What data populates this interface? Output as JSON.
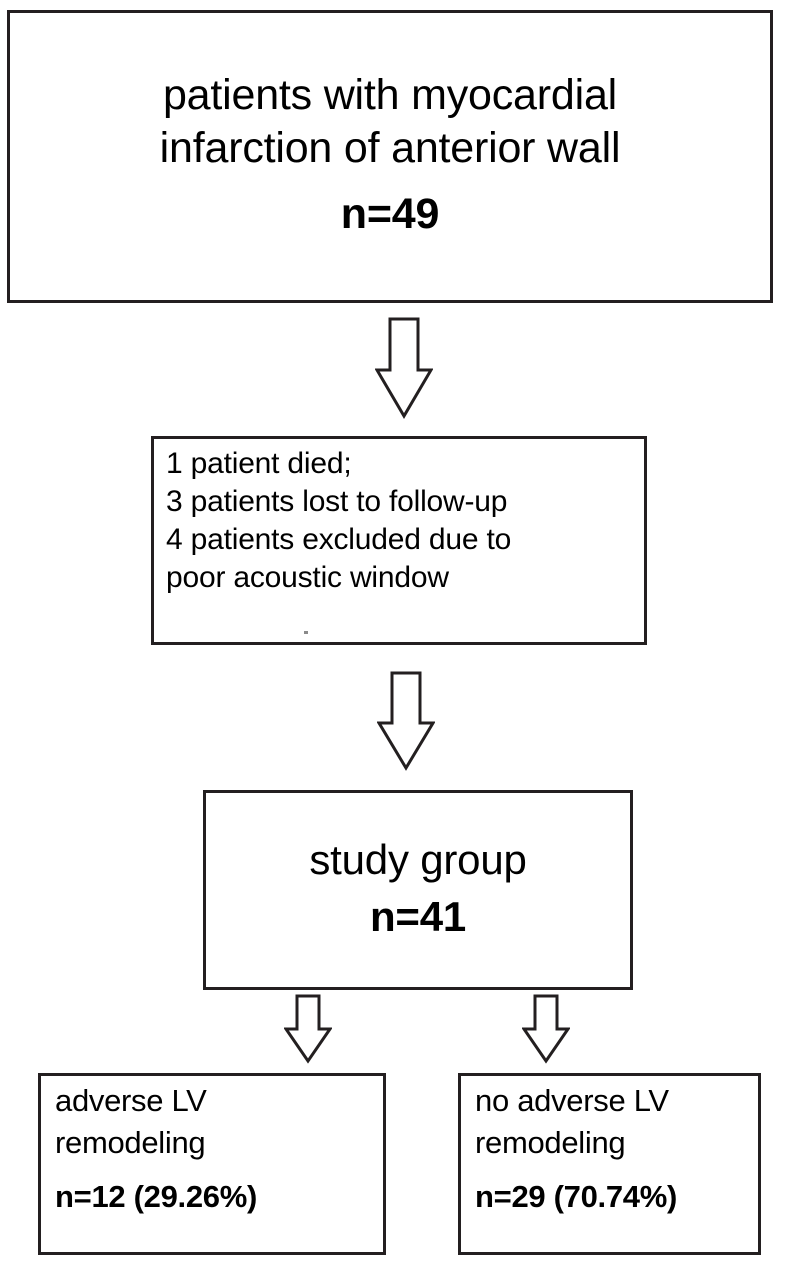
{
  "diagram": {
    "title": "Patient enrollment flow diagram",
    "type": "flowchart",
    "background_color": "#ffffff",
    "stroke_color": "#231f20",
    "text_color": "#000000"
  },
  "nodes": {
    "cohort": {
      "line1": "patients with myocardial",
      "line2": "infarction of anterior wall",
      "count": "n=49"
    },
    "exclusions": {
      "line1": "1 patient died;",
      "line2": "3 patients lost to follow-up",
      "line3": "4 patients excluded due to",
      "line4": "poor acoustic window"
    },
    "study_group": {
      "label": "study group",
      "count": "n=41"
    },
    "adverse": {
      "line1": "adverse LV",
      "line2": "remodeling",
      "count": "n=12 (29.26%)"
    },
    "no_adverse": {
      "line1": "no adverse LV",
      "line2": "remodeling",
      "count": "n=29 (70.74%)"
    }
  },
  "arrows": {
    "cohort_to_exclusions": "down-block-arrow",
    "exclusions_to_study": "down-block-arrow",
    "study_to_adverse": "down-block-arrow",
    "study_to_no_adverse": "down-block-arrow"
  }
}
